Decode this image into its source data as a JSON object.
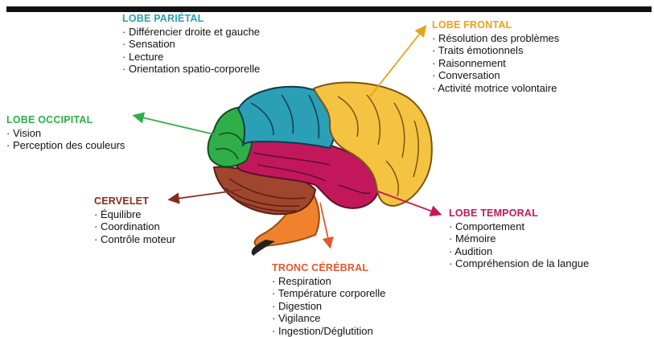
{
  "lobes": {
    "parietal": {
      "title": "LOBE PARIÉTAL",
      "items": [
        "Différencier droite et gauche",
        "Sensation",
        "Lecture",
        "Orientation spatio-corporelle"
      ],
      "color": "#2a9fb5"
    },
    "frontal": {
      "title": "LOBE FRONTAL",
      "items": [
        "Résolution des problèmes",
        "Traits émotionnels",
        "Raisonnement",
        "Conversation",
        "Activité motrice volontaire"
      ],
      "color": "#e8a21a"
    },
    "occipital": {
      "title": "LOBE OCCIPITAL",
      "items": [
        "Vision",
        "Perception des couleurs"
      ],
      "color": "#2fae4a"
    },
    "cervelet": {
      "title": "CERVELET",
      "items": [
        "Équilibre",
        "Coordination",
        "Contrôle moteur"
      ],
      "color": "#8a2a1e"
    },
    "temporal": {
      "title": "LOBE TEMPORAL",
      "items": [
        "Comportement",
        "Mémoire",
        "Audition",
        "Compréhension de la langue"
      ],
      "color": "#c2185b"
    },
    "tronc": {
      "title": "TRONC CÉRÉBRAL",
      "items": [
        "Respiration",
        "Température corporelle",
        "Digestion",
        "Vigilance",
        "Ingestion/Déglutition"
      ],
      "color": "#e4572e"
    }
  }
}
